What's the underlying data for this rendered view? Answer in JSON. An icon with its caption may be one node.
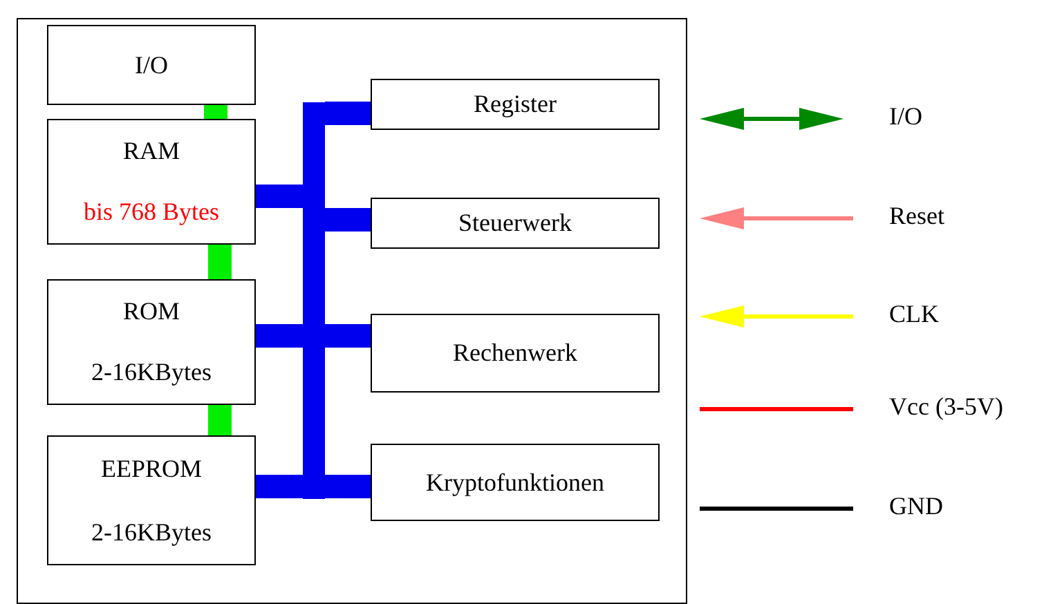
{
  "diagram": {
    "nodes": [
      {
        "text": [],
        "shape": "box"
      },
      {
        "text": [
          "I/O"
        ],
        "in": 0
      },
      {
        "text": [
          "RAM",
          "bis 768 Bytes"
        ],
        "in": 0
      },
      {
        "text": [
          "ROM",
          "2-16KBytes"
        ],
        "in": 0
      },
      {
        "text": [
          "EEPROM",
          "2-16KBytes"
        ],
        "in": 0
      },
      {
        "text": [
          "Register"
        ],
        "in": 0
      },
      {
        "text": [
          "Steuerwerk"
        ],
        "in": 0
      },
      {
        "text": [
          "Rechenwerk"
        ],
        "in": 0
      },
      {
        "text": [
          "Kryptofunktionen"
        ],
        "in": 0
      },
      {
        "text": [],
        "shape": "bar",
        "in": 0
      }
    ],
    "edges": [
      {
        "from": 1,
        "to": 2,
        "arrow": "none",
        "color": "#00ee00"
      },
      {
        "from": 2,
        "to": 3,
        "arrow": "none",
        "color": "#00ee00"
      },
      {
        "from": 3,
        "to": 4,
        "arrow": "none",
        "color": "#00ee00"
      },
      {
        "from": 9,
        "to": 5,
        "arrow": "none"
      },
      {
        "from": 9,
        "to": 2,
        "arrow": "none"
      },
      {
        "from": 9,
        "to": 6,
        "arrow": "none"
      },
      {
        "from": 9,
        "to": 3,
        "arrow": "none"
      },
      {
        "from": 9,
        "to": 7,
        "arrow": "none"
      },
      {
        "from": 9,
        "to": 4,
        "arrow": "none"
      },
      {
        "from": 9,
        "to": 8,
        "arrow": "none"
      }
    ],
    "labels": [
      "I/O",
      "Reset",
      "CLK",
      "Vcc (3-5V)",
      "GND"
    ]
  }
}
